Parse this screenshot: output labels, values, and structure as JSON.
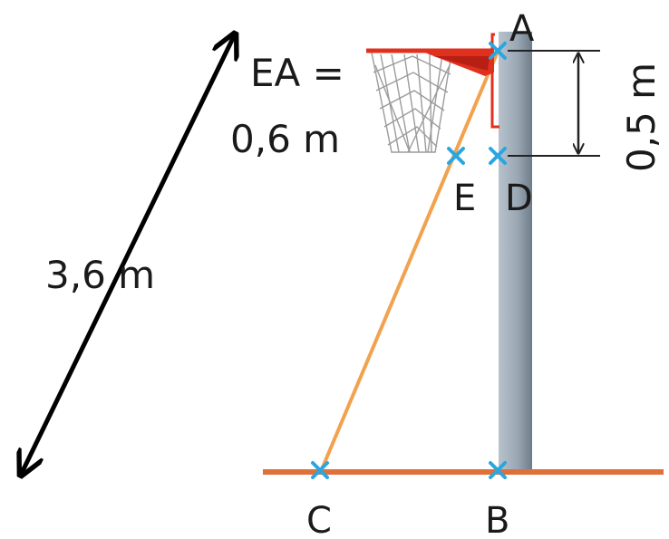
{
  "points": {
    "A": "A",
    "B": "B",
    "C": "C",
    "D": "D",
    "E": "E"
  },
  "measures": {
    "hypotenuse": "3,6 m",
    "ea_line1": "EA =",
    "ea_line2": "0,6 m",
    "ad": "0,5 m"
  },
  "colors": {
    "pole": "#9aa7b4",
    "ground": "#e0703a",
    "ladder": "#f2a24e",
    "marker": "#2ba6e0",
    "hoop": "#e0301e"
  }
}
